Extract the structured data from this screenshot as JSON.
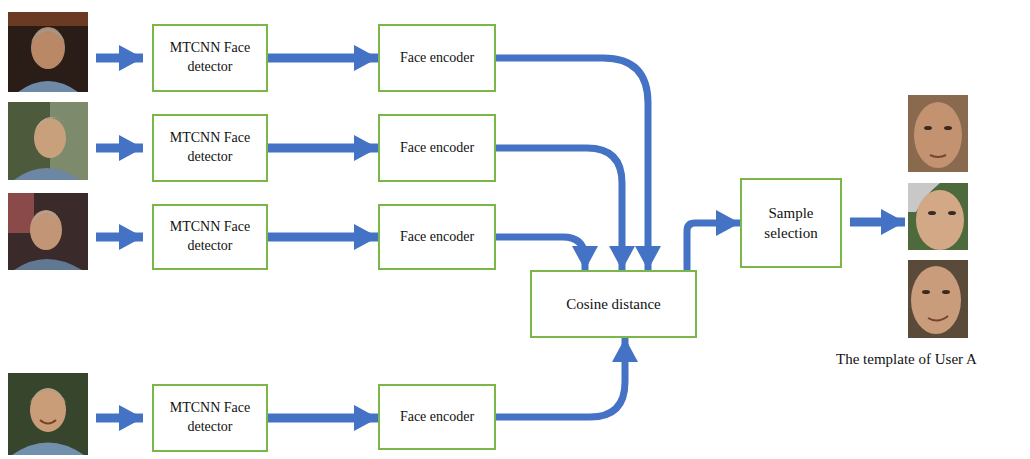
{
  "diagram": {
    "nodes": [
      {
        "text": [
          "MTCNN Face detector"
        ]
      },
      {
        "text": [
          "Face encoder"
        ]
      },
      {
        "text": [
          "MTCNN Face detector"
        ]
      },
      {
        "text": [
          "Face encoder"
        ]
      },
      {
        "text": [
          "MTCNN Face detector"
        ]
      },
      {
        "text": [
          "Face encoder"
        ]
      },
      {
        "text": [
          "Cosine distance"
        ]
      },
      {
        "text": [
          "Sample selection"
        ]
      },
      {
        "text": [
          "MTCNN Face detector"
        ]
      },
      {
        "text": [
          "Face encoder"
        ]
      }
    ],
    "edges": [
      {
        "from": 0,
        "to": 1,
        "arrow": "to"
      },
      {
        "from": 2,
        "to": 3,
        "arrow": "to"
      },
      {
        "from": 4,
        "to": 5,
        "arrow": "to"
      },
      {
        "from": 8,
        "to": 9,
        "arrow": "to"
      },
      {
        "from": 1,
        "to": 6,
        "arrow": "to"
      },
      {
        "from": 3,
        "to": 6,
        "arrow": "to"
      },
      {
        "from": 5,
        "to": 6,
        "arrow": "to"
      },
      {
        "from": 9,
        "to": 6,
        "arrow": "to"
      },
      {
        "from": 6,
        "to": 7,
        "arrow": "to"
      }
    ],
    "labels": [
      "The template of User A"
    ]
  }
}
